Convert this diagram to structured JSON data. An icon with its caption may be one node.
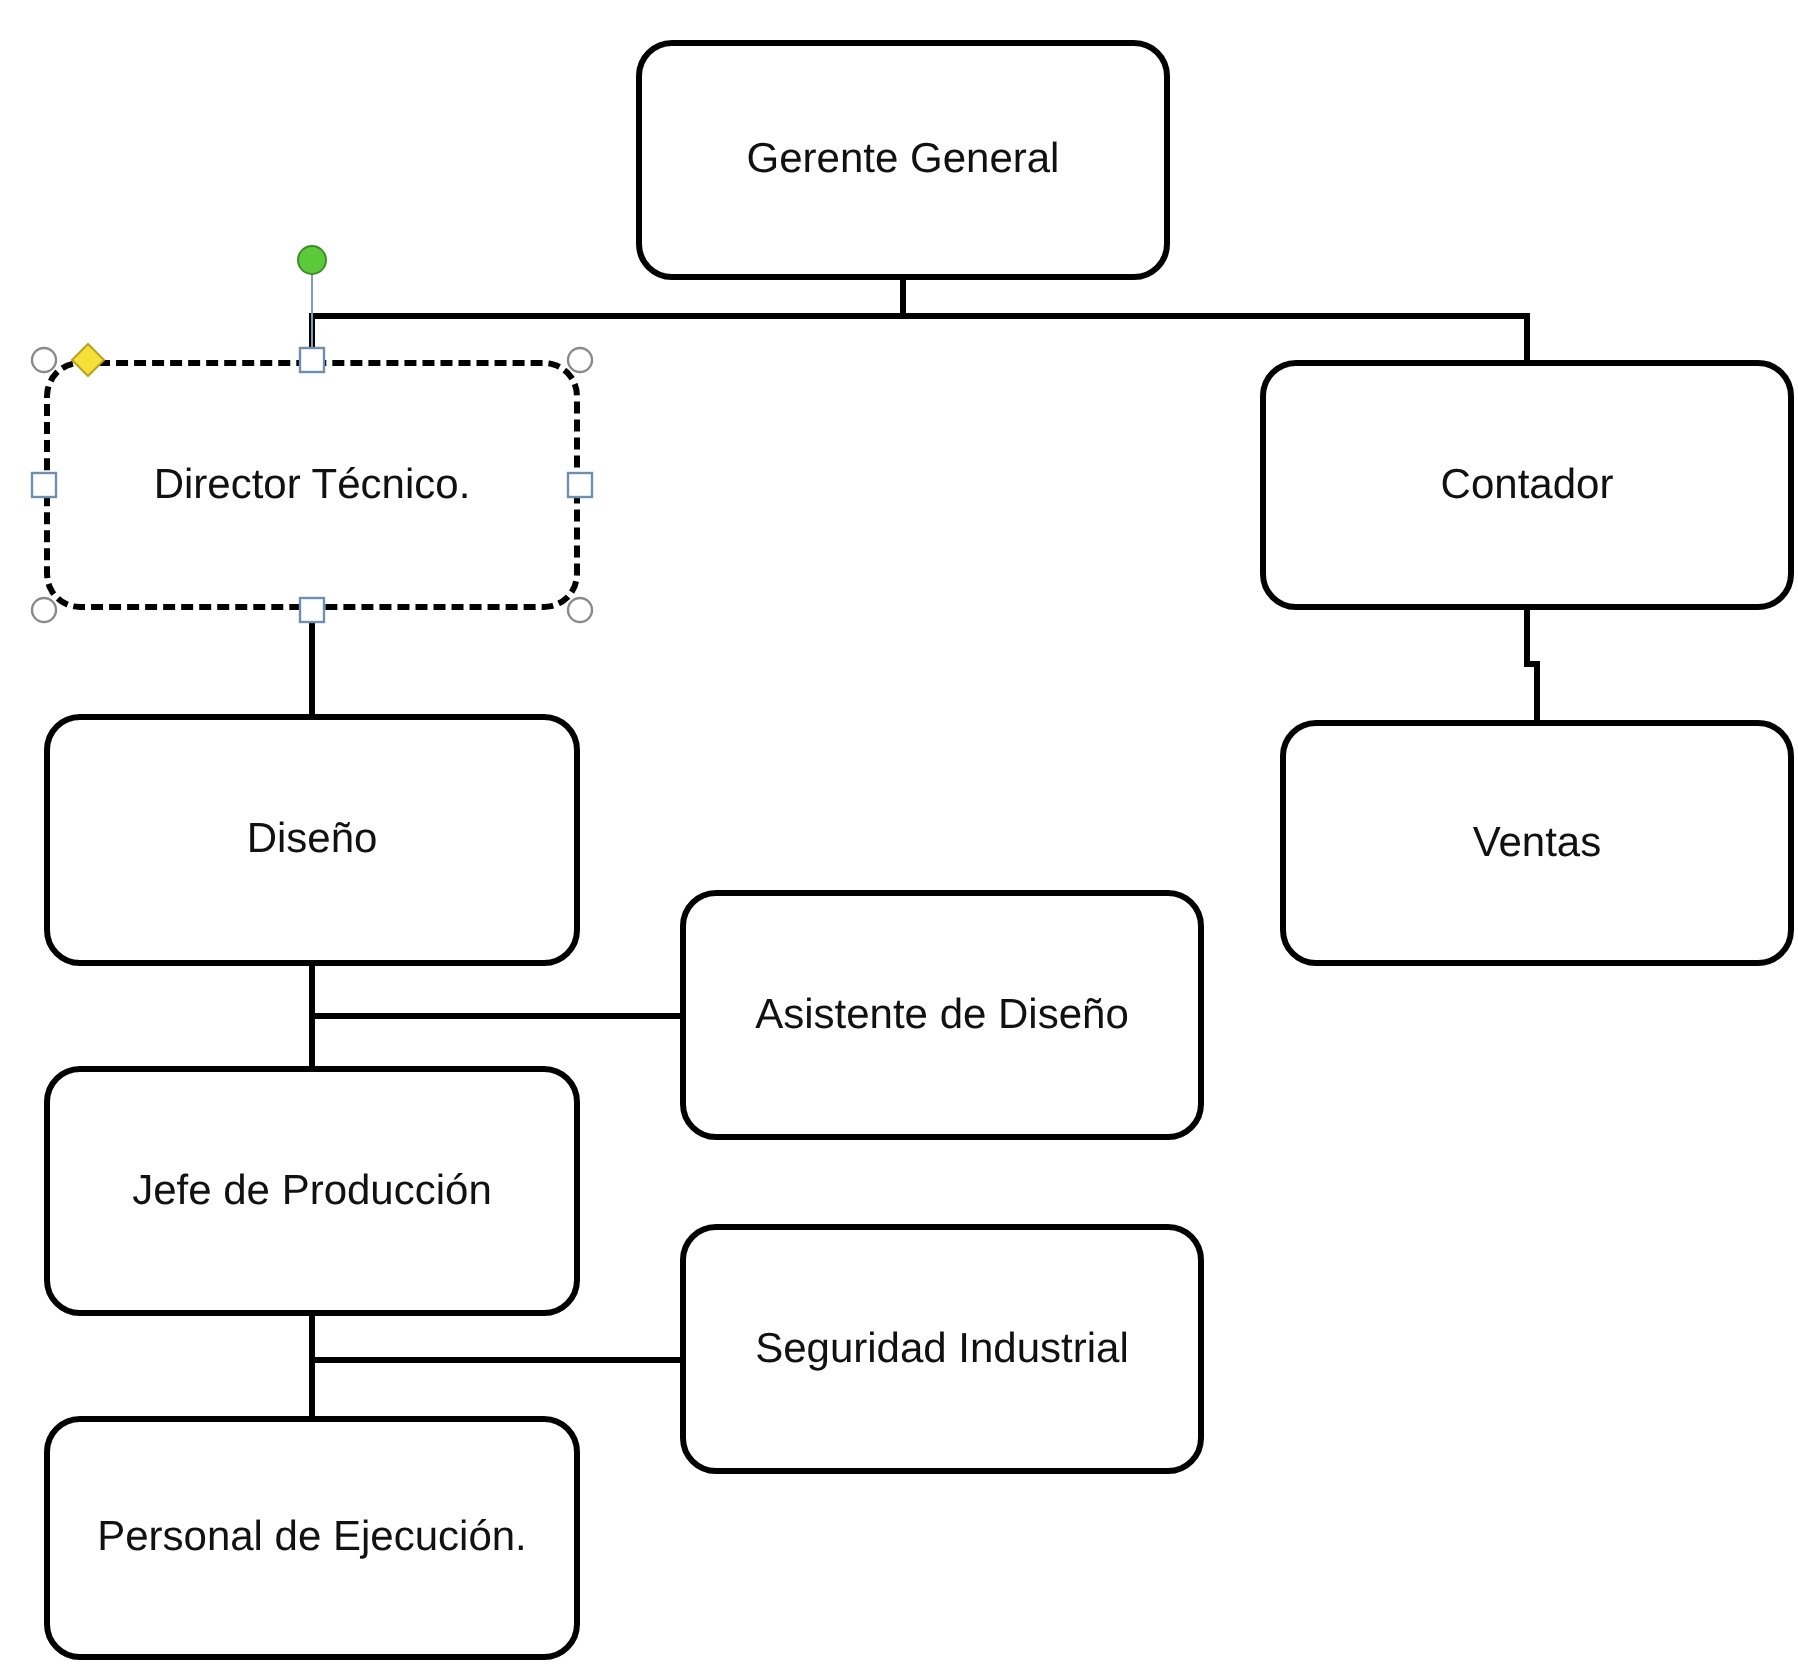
{
  "diagram": {
    "nodes": [
      {
        "text": [
          "Gerente General"
        ]
      },
      {
        "text": [
          "Director Técnico."
        ]
      },
      {
        "text": [
          "Contador"
        ]
      },
      {
        "text": [
          "Diseño"
        ]
      },
      {
        "text": [
          "Ventas"
        ]
      },
      {
        "text": [
          "Asistente de Diseño"
        ]
      },
      {
        "text": [
          "Jefe de Producción"
        ]
      },
      {
        "text": [
          "Seguridad Industrial"
        ]
      },
      {
        "text": [
          "Personal de Ejecución."
        ]
      }
    ],
    "edges": [
      {
        "from": 0,
        "to": 1,
        "arrow": "none"
      },
      {
        "from": 0,
        "to": 2,
        "arrow": "none"
      },
      {
        "from": 1,
        "to": 3,
        "arrow": "none"
      },
      {
        "from": 2,
        "to": 4,
        "arrow": "none"
      },
      {
        "from": 3,
        "to": 5,
        "arrow": "none"
      },
      {
        "from": 3,
        "to": 6,
        "arrow": "none"
      },
      {
        "from": 6,
        "to": 7,
        "arrow": "none"
      },
      {
        "from": 6,
        "to": 8,
        "arrow": "none"
      }
    ]
  }
}
